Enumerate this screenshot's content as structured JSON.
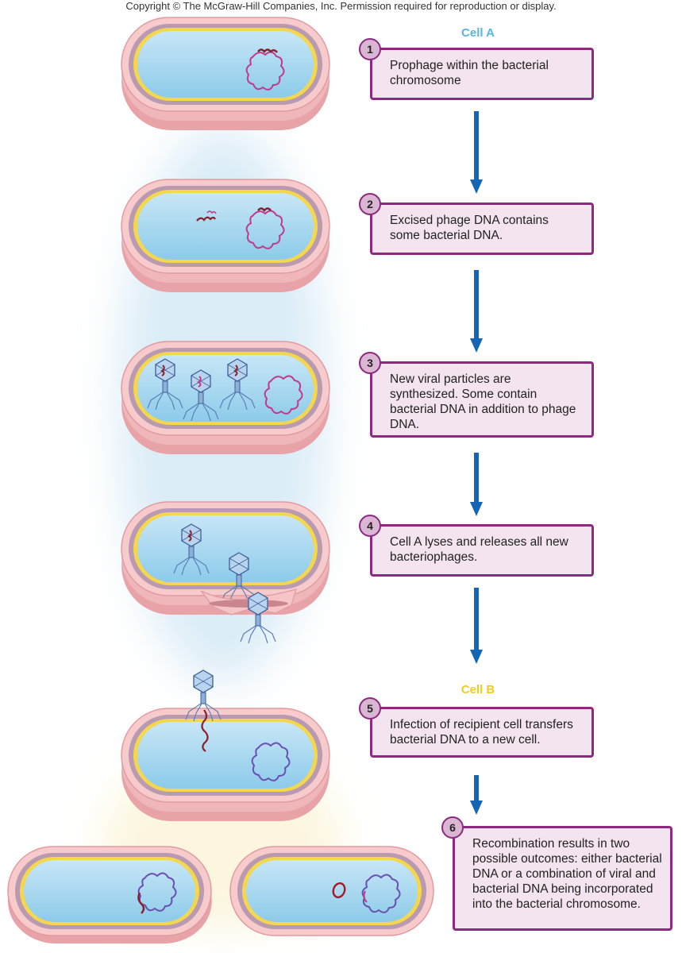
{
  "copyright": "Copyright © The McGraw-Hill Companies, Inc. Permission required for reproduction or display.",
  "cell_a_label": "Cell A",
  "cell_b_label": "Cell B",
  "colors": {
    "cell_a_label": "#5ab4e0",
    "cell_b_label": "#f1cc1a",
    "box_border": "#8d2a80",
    "box_fill": "#f3e4ef",
    "arrow": "#1565b7"
  },
  "steps": [
    {
      "num": "1",
      "text": "Prophage within the bacterial chromosome"
    },
    {
      "num": "2",
      "text": "Excised phage DNA contains some bacterial DNA."
    },
    {
      "num": "3",
      "text": "New viral particles are synthesized. Some contain bacterial DNA in addition to phage DNA."
    },
    {
      "num": "4",
      "text": "Cell A lyses and releases all new bacteriophages."
    },
    {
      "num": "5",
      "text": "Infection of recipient cell transfers bacterial DNA to a new cell."
    },
    {
      "num": "6",
      "text": "Recombination results in two possible outcomes: either bacterial DNA or a combination of viral and bacterial DNA being incorporated into the bacterial chromosome."
    }
  ]
}
